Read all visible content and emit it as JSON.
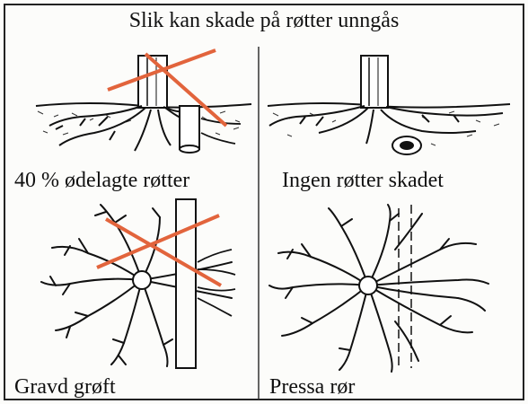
{
  "title": "Slik kan skade på røtter unngås",
  "panels": [
    {
      "id": "top-left",
      "caption": "40 % ødelagte røtter"
    },
    {
      "id": "top-right",
      "caption": "Ingen røtter skadet"
    },
    {
      "id": "bottom-left",
      "caption": "Gravd grøft"
    },
    {
      "id": "bottom-right",
      "caption": "Pressa rør"
    }
  ],
  "colors": {
    "ink": "#111111",
    "cross": "#e2643c",
    "frame": "#222222",
    "paper": "#fcfcfa"
  }
}
